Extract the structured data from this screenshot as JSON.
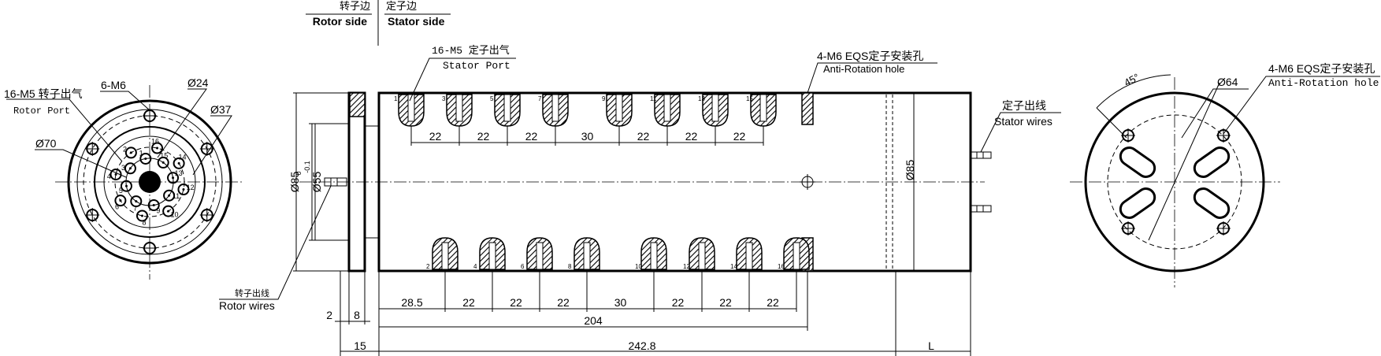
{
  "header": {
    "rotor_side_cn": "转子边",
    "rotor_side_en": "Rotor side",
    "stator_side_cn": "定子边",
    "stator_side_en": "Stator side"
  },
  "left_view": {
    "rotor_port_cn": "16-M5 转子出气",
    "rotor_port_en": "Rotor Port",
    "bolt_label": "6-M6",
    "dia_24": "Ø24",
    "dia_37": "Ø37",
    "dia_70": "Ø70",
    "port_numbers": [
      "1",
      "2",
      "3",
      "4",
      "5",
      "6",
      "7",
      "8",
      "9",
      "10",
      "11",
      "12",
      "13",
      "14",
      "15",
      "16"
    ]
  },
  "side_view": {
    "stator_port_cn": "16-M5 定子出气",
    "stator_port_en": "Stator Port",
    "anti_rot_cn": "4-M6 EQS定子安装孔",
    "anti_rot_en": "Anti-Rotation hole",
    "stator_wires_cn": "定子出线",
    "stator_wires_en": "Stator wires",
    "rotor_wires_cn": "转子出线",
    "rotor_wires_en": "Rotor wires",
    "dia_85_left": "Ø85",
    "dia_55": "Ø55",
    "dia_55_tol_upper": "0",
    "dia_55_tol_lower": "-0.1",
    "dia_85_right": "Ø85",
    "top_port_numbers": [
      "1",
      "3",
      "5",
      "7",
      "9",
      "11",
      "13",
      "15"
    ],
    "bottom_port_numbers": [
      "2",
      "4",
      "6",
      "8",
      "10",
      "12",
      "14",
      "16"
    ],
    "top_spacings": [
      "22",
      "22",
      "22",
      "30",
      "22",
      "22",
      "22"
    ],
    "bottom_spacings": [
      "28.5",
      "22",
      "22",
      "22",
      "30",
      "22",
      "22",
      "22"
    ],
    "dim_204": "204",
    "dim_2": "2",
    "dim_8": "8",
    "dim_15": "15",
    "dim_242_8": "242.8",
    "dim_L": "L"
  },
  "right_view": {
    "angle_label": "45°",
    "dia_64": "Ø64",
    "anti_rot_cn": "4-M6 EQS定子安装孔",
    "anti_rot_en": "Anti-Rotation hole"
  }
}
